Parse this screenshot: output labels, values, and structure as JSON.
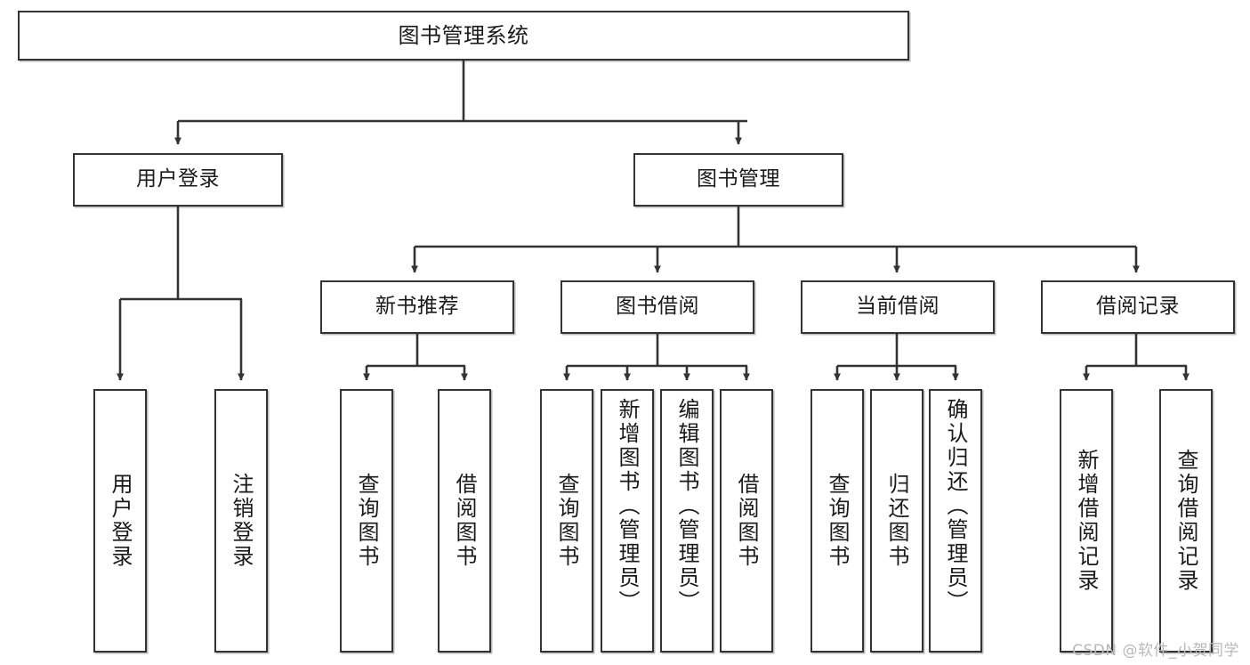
{
  "diagram": {
    "title": "图书管理系统",
    "type": "tree",
    "watermark": "CSDN @软件_小贺同学",
    "line_color": "#333333",
    "box_fill": "#ffffff",
    "box_border": "#333333",
    "root": {
      "label": "图书管理系统"
    },
    "level2": [
      {
        "label": "用户登录"
      },
      {
        "label": "图书管理"
      }
    ],
    "level3": [
      {
        "label": "新书推荐"
      },
      {
        "label": "图书借阅"
      },
      {
        "label": "当前借阅"
      },
      {
        "label": "借阅记录"
      }
    ],
    "leaves": {
      "user_login": [
        {
          "label": "用户登录"
        },
        {
          "label": "注销登录"
        }
      ],
      "new_book_recommend": [
        {
          "label": "查询图书"
        },
        {
          "label": "借阅图书"
        }
      ],
      "book_borrow": [
        {
          "label": "查询图书"
        },
        {
          "label": "新增图书（管理员）"
        },
        {
          "label": "编辑图书（管理员）"
        },
        {
          "label": "借阅图书"
        }
      ],
      "current_borrow": [
        {
          "label": "查询图书"
        },
        {
          "label": "归还图书"
        },
        {
          "label": "确认归还（管理员）"
        }
      ],
      "borrow_record": [
        {
          "label": "新增借阅记录"
        },
        {
          "label": "查询借阅记录"
        }
      ]
    }
  }
}
